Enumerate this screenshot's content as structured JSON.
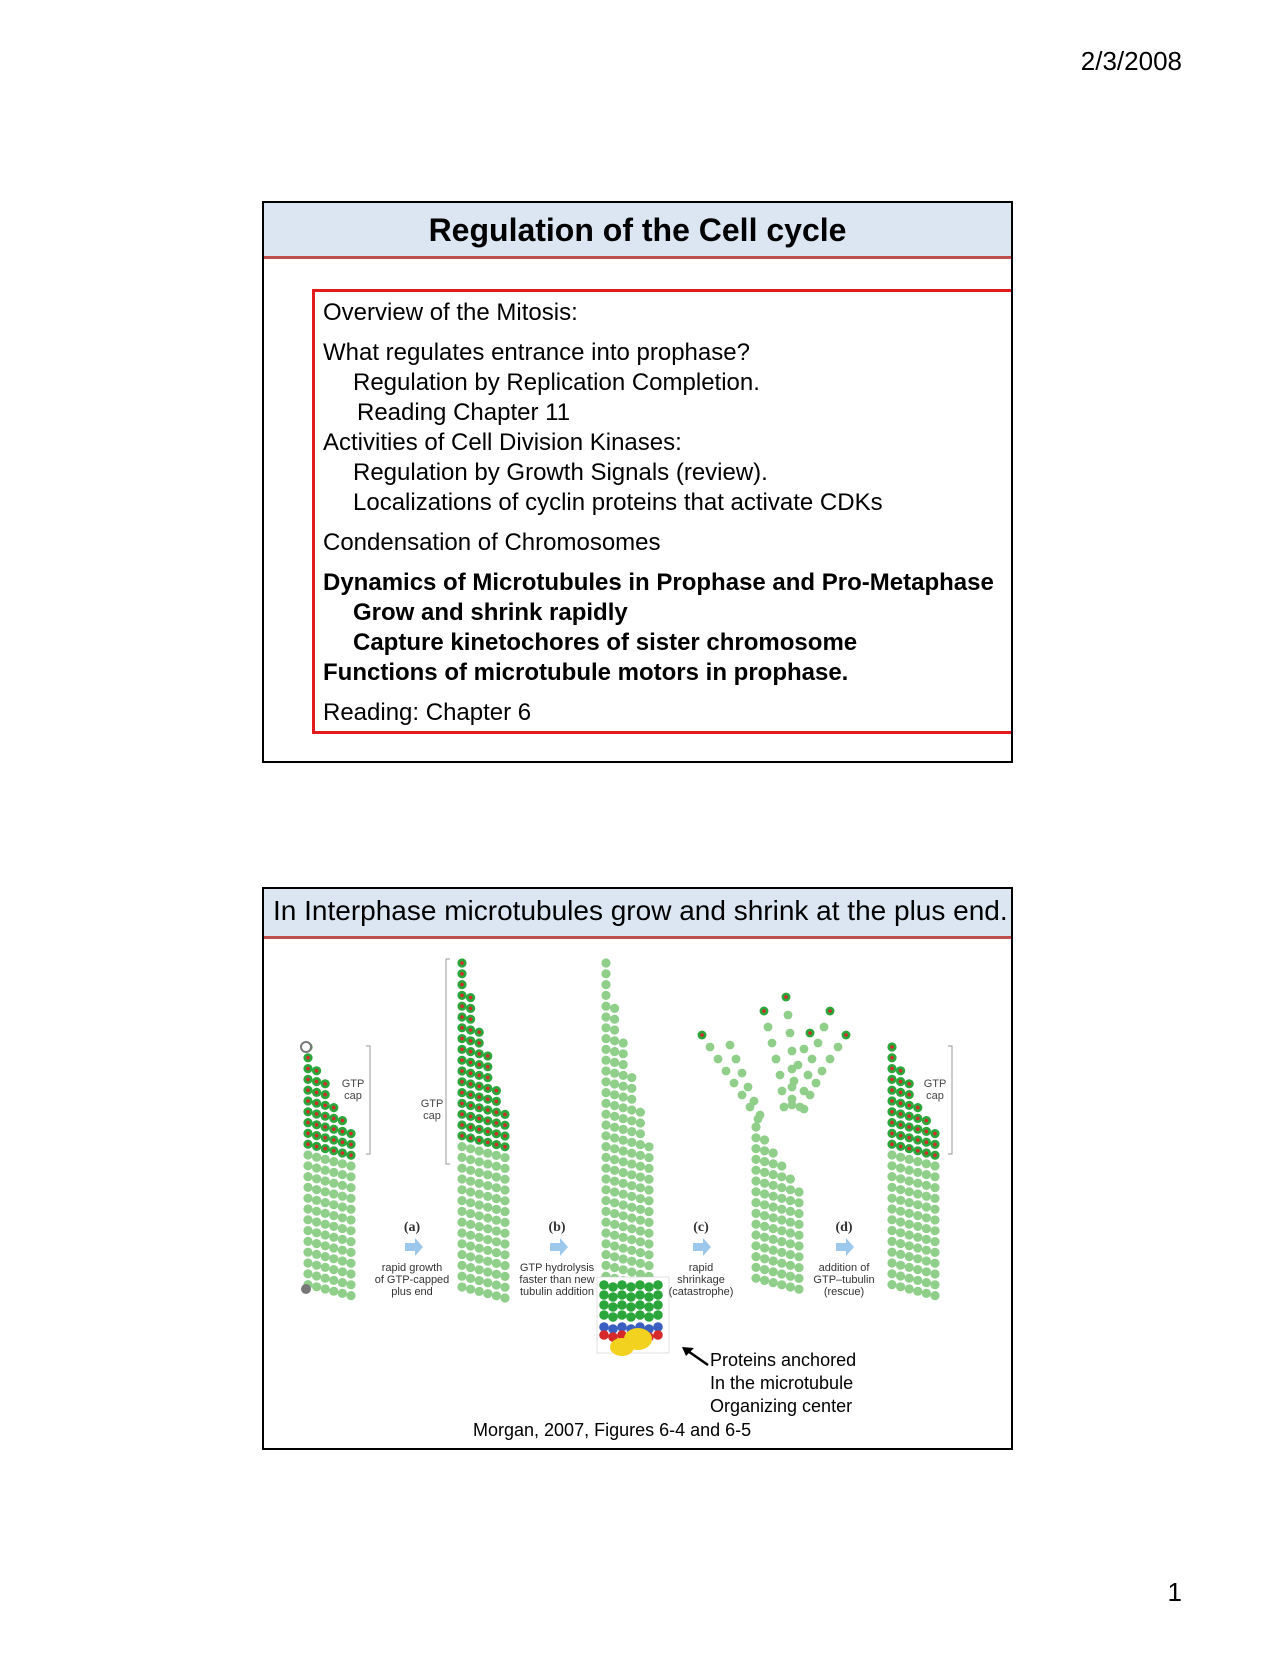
{
  "page": {
    "date": "2/3/2008",
    "page_number": "1"
  },
  "slide1": {
    "title": "Regulation of the Cell cycle",
    "outline": {
      "l1": "Overview of the Mitosis:",
      "l2": "What regulates entrance into prophase?",
      "l3": "Regulation by Replication Completion.",
      "l4": "Reading Chapter 11",
      "l5": "Activities of Cell Division Kinases:",
      "l6": "Regulation by Growth Signals (review).",
      "l7": "Localizations of cyclin proteins that activate CDKs",
      "l8": "Condensation of Chromosomes",
      "l9": "Dynamics of Microtubules in Prophase and Pro-Metaphase",
      "l10": "Grow and shrink rapidly",
      "l11": "Capture kinetochores of sister chromosome",
      "l12": "Functions of microtubule motors in prophase.",
      "l13": "Reading: Chapter 6"
    }
  },
  "slide2": {
    "title": "In Interphase microtubules grow and shrink at the plus end.",
    "figure": {
      "gtp_cap": [
        "GTP",
        "cap"
      ],
      "steps": [
        {
          "letter": "(a)",
          "caption": [
            "rapid growth",
            "of GTP-capped",
            "plus end"
          ]
        },
        {
          "letter": "(b)",
          "caption": [
            "GTP hydrolysis",
            "faster than new",
            "tubulin addition"
          ]
        },
        {
          "letter": "(c)",
          "caption": [
            "rapid",
            "shrinkage",
            "(catastrophe)"
          ]
        },
        {
          "letter": "(d)",
          "caption": [
            "addition of",
            "GTP–tubulin",
            "(rescue)"
          ]
        }
      ]
    },
    "annotation": [
      "Proteins anchored",
      "In the microtubule",
      "Organizing center"
    ],
    "credit": "Morgan, 2007, Figures 6-4 and 6-5",
    "colors": {
      "gdp_tubulin": "#8fcf8a",
      "gtp_tubulin": "#2aa63a",
      "gtp_dot": "#d62a2a",
      "arrow": "#9cc8ec",
      "gamma_tubulin": "#f2d21e"
    }
  }
}
